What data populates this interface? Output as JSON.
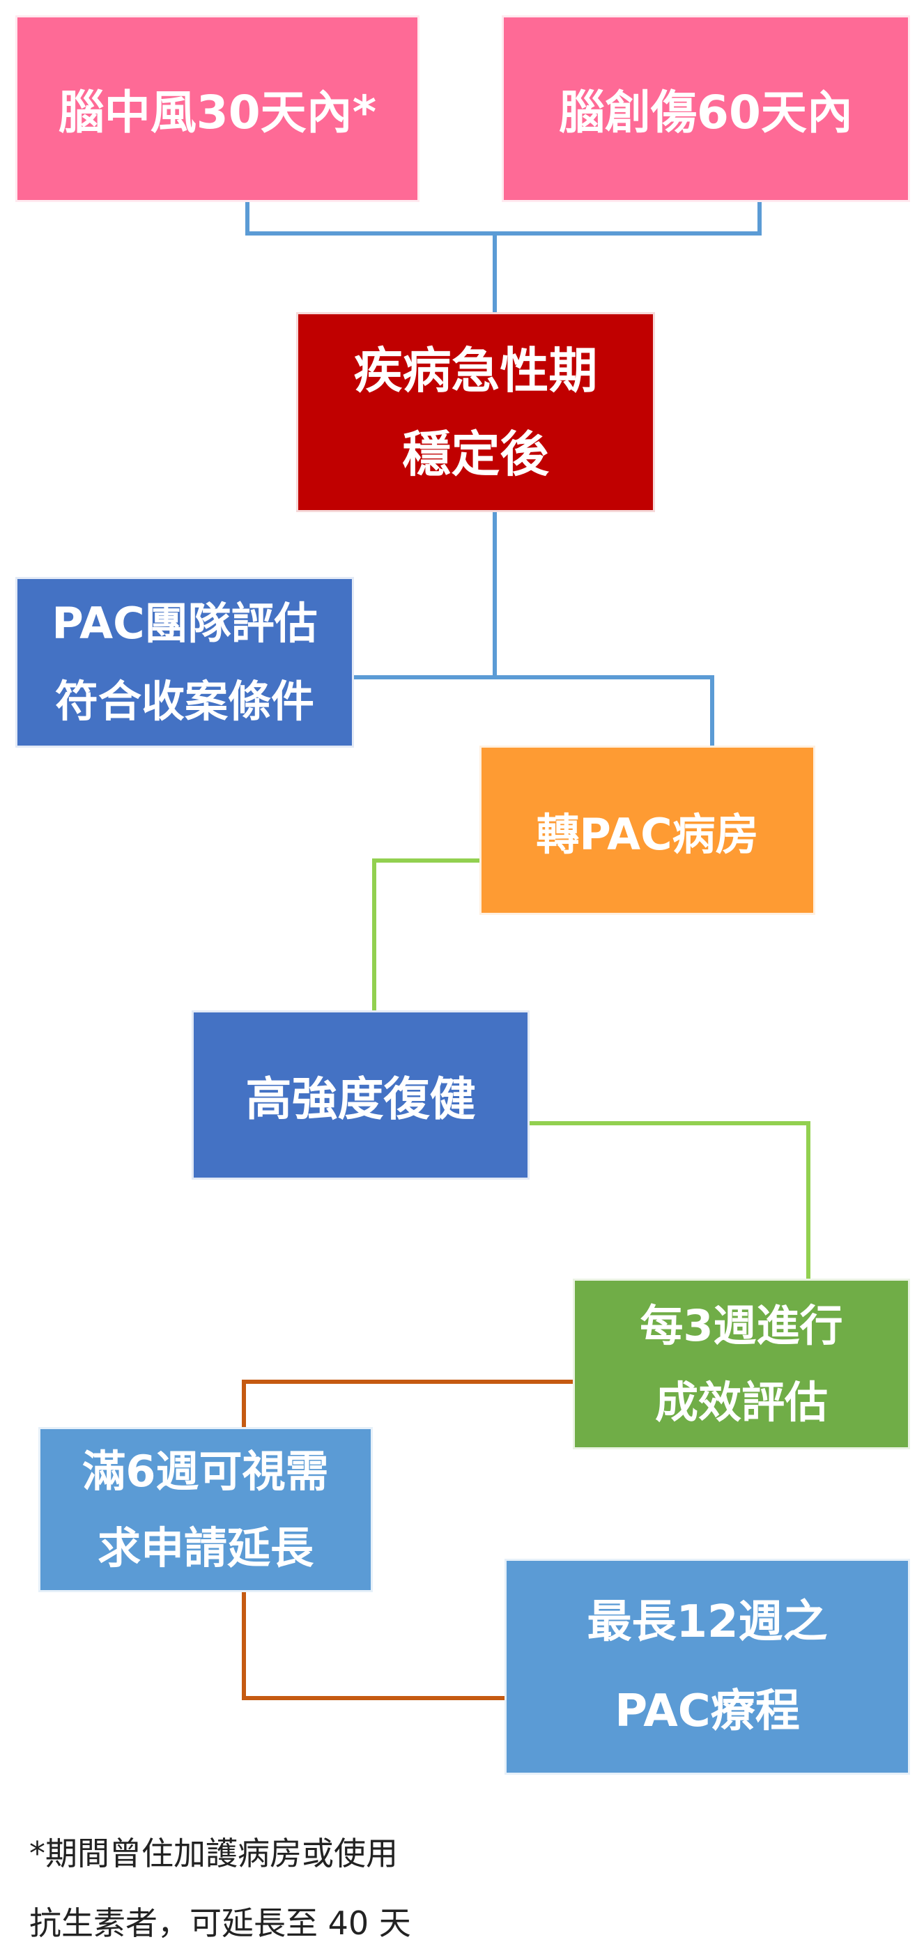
{
  "colors": {
    "pink": "#fe6a96",
    "dark_red": "#c00000",
    "royal_blue": "#4472c4",
    "orange": "#fe9b33",
    "green": "#70ad47",
    "light_blue": "#5b9bd5",
    "line_blue": "#5b9bd5",
    "line_green": "#92d050",
    "line_brown": "#c55a11"
  },
  "nodes": {
    "stroke": "腦中風30天內*",
    "brain_injury": "腦創傷60天內",
    "acute_stable": [
      "疾病急性期",
      "穩定後"
    ],
    "pac_assess": [
      "PAC團隊評估",
      "符合收案條件"
    ],
    "transfer": "轉PAC病房",
    "rehab": "高強度復健",
    "evaluate": [
      "每3週進行",
      "成效評估"
    ],
    "extend": [
      "滿6週可視需",
      "求申請延長"
    ],
    "max": [
      "最長12週之",
      "PAC療程"
    ]
  },
  "footnote": [
    "*期間曾住加護病房或使用",
    "抗生素者，可延長至 40 天"
  ]
}
